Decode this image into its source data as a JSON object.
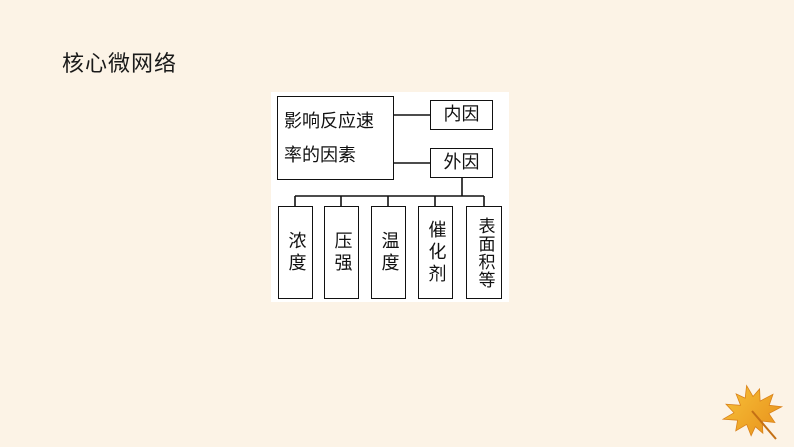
{
  "heading": "核心微网络",
  "diagram": {
    "root": {
      "line1": "影响反应速",
      "line2": "率的因素"
    },
    "internal_cause": "内因",
    "external_cause": "外因",
    "factors": [
      "浓度",
      "压强",
      "温度",
      "催化剂",
      "表面积等"
    ]
  },
  "colors": {
    "background": "#fcf3e6",
    "leaf_orange": "#f0a81e"
  },
  "decoration": {
    "icon": "maple-leaf-icon"
  }
}
